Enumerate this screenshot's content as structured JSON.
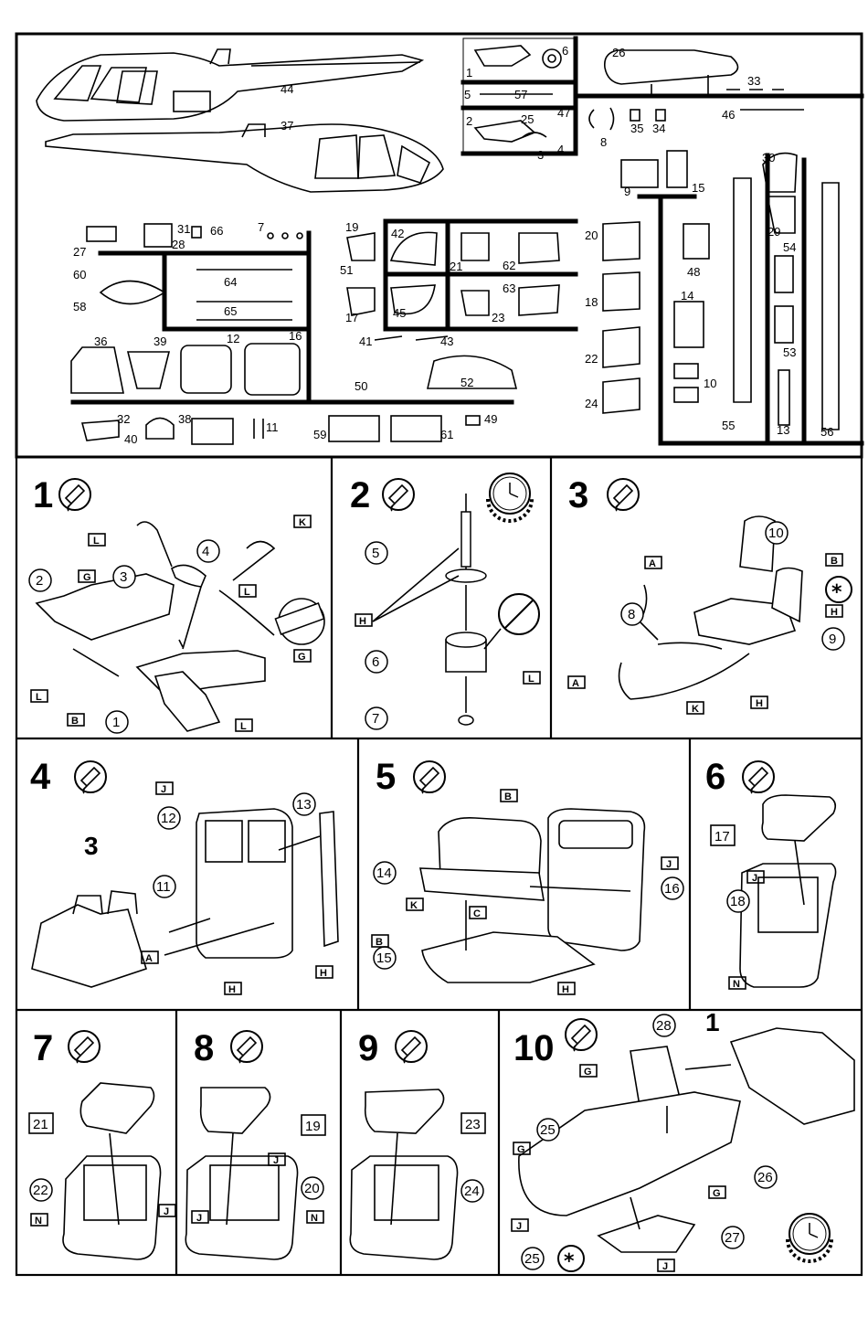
{
  "sprue_labels": [
    "44",
    "37",
    "26",
    "33",
    "46",
    "1",
    "5",
    "57",
    "2",
    "25",
    "47",
    "6",
    "3",
    "4",
    "8",
    "35",
    "34",
    "9",
    "15",
    "30",
    "29",
    "54",
    "53",
    "13",
    "56",
    "55",
    "20",
    "48",
    "18",
    "14",
    "22",
    "10",
    "24",
    "27",
    "28",
    "31",
    "66",
    "7",
    "60",
    "58",
    "64",
    "65",
    "19",
    "42",
    "51",
    "21",
    "62",
    "17",
    "45",
    "63",
    "23",
    "41",
    "43",
    "36",
    "39",
    "12",
    "16",
    "50",
    "52",
    "32",
    "40",
    "38",
    "11",
    "59",
    "61",
    "49"
  ],
  "steps": [
    {
      "number": "1",
      "callouts": [
        "4",
        "3",
        "2",
        "1"
      ],
      "tags": [
        "L",
        "K",
        "G",
        "L",
        "G",
        "L",
        "B",
        "L"
      ]
    },
    {
      "number": "2",
      "callouts": [
        "5",
        "6",
        "7"
      ],
      "tags": [
        "H",
        "L"
      ]
    },
    {
      "number": "3",
      "callouts": [
        "10",
        "8",
        "9"
      ],
      "tags": [
        "A",
        "A",
        "B",
        "H",
        "K",
        "H"
      ]
    },
    {
      "number": "4",
      "callouts": [
        "12",
        "13",
        "11"
      ],
      "tags": [
        "J",
        "A",
        "H",
        "H"
      ],
      "subassembly": "3"
    },
    {
      "number": "5",
      "callouts": [
        "14",
        "15",
        "16"
      ],
      "tags": [
        "B",
        "K",
        "C",
        "B",
        "J",
        "H"
      ]
    },
    {
      "number": "6",
      "callouts": [
        "17",
        "18"
      ],
      "tags": [
        "J",
        "N"
      ]
    },
    {
      "number": "7",
      "callouts": [
        "21",
        "22"
      ],
      "tags": [
        "N",
        "J"
      ]
    },
    {
      "number": "8",
      "callouts": [
        "19",
        "20"
      ],
      "tags": [
        "J",
        "J",
        "N"
      ]
    },
    {
      "number": "9",
      "callouts": [
        "23",
        "24"
      ],
      "tags": []
    },
    {
      "number": "10",
      "callouts": [
        "28",
        "25",
        "26",
        "27",
        "25"
      ],
      "tags": [
        "G",
        "G",
        "G",
        "J",
        "J"
      ],
      "subassembly": "1"
    }
  ],
  "icons": [
    "glue-tube-icon",
    "clock-icon",
    "no-glue-icon",
    "asterisk-icon"
  ]
}
